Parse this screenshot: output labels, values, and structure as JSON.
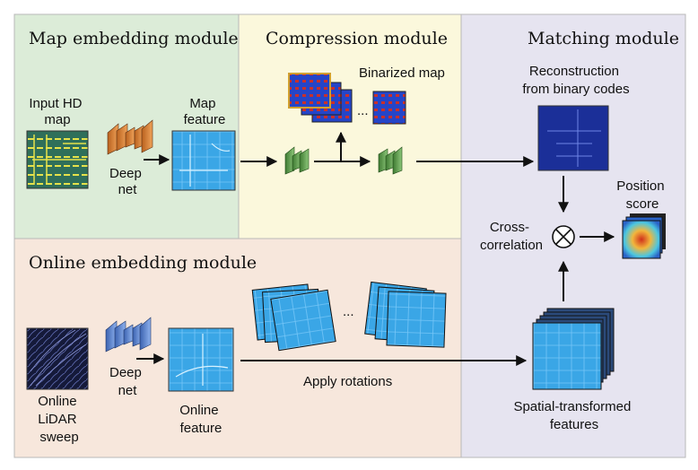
{
  "modules": {
    "map_embedding": {
      "title": "Map embedding module",
      "color": "#dcecd8"
    },
    "compression": {
      "title": "Compression module",
      "color": "#fbf8dc"
    },
    "matching": {
      "title": "Matching module",
      "color": "#e6e4f0"
    },
    "online_embedding": {
      "title": "Online embedding module",
      "color": "#f7e7dc"
    }
  },
  "labels": {
    "input_hd_map": [
      "Input HD",
      "map"
    ],
    "deep_net_top": [
      "Deep",
      "net"
    ],
    "map_feature": [
      "Map",
      "feature"
    ],
    "binarized_map": "Binarized map",
    "ellipsis": "...",
    "reconstruction": [
      "Reconstruction",
      "from binary codes"
    ],
    "position_score": [
      "Position",
      "score"
    ],
    "cross_correlation": [
      "Cross-",
      "correlation"
    ],
    "online_lidar": [
      "Online",
      "LiDAR",
      "sweep"
    ],
    "deep_net_bottom": [
      "Deep",
      "net"
    ],
    "online_feature": [
      "Online",
      "feature"
    ],
    "apply_rotations": "Apply rotations",
    "rotation_ellipsis": "...",
    "spatial_transformed": [
      "Spatial-transformed",
      "features"
    ]
  },
  "colors": {
    "border": "#b8b8b8",
    "arrow": "#111111",
    "feature_blue": "#3aa6e6",
    "feature_dark_blue": "#1b2f98",
    "net_orange": "#d0782c",
    "net_green": "#5d9a4a",
    "net_blue": "#5a86d0",
    "hd_map_green": "#3a8f6a",
    "lidar_dark": "#151a3a",
    "binarized_red": "#c8302c"
  },
  "icons": {
    "cross_correlation": "circled-times-icon",
    "deep_net": "cnn-layers-icon"
  }
}
